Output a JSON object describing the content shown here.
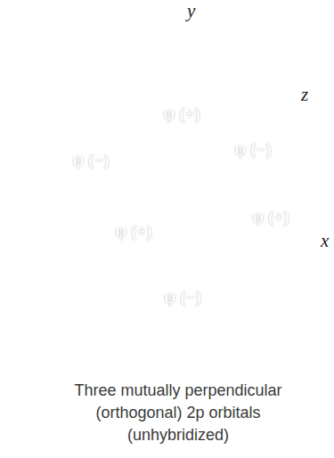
{
  "diagram": {
    "caption": "Three mutually perpendicular (orthogonal) 2p orbitals (unhybridized)",
    "nodes": [
      {
        "text": [
          "ψ (+)"
        ]
      },
      {
        "text": [
          "ψ (−)"
        ]
      },
      {
        "text": [
          "ψ (−)"
        ]
      },
      {
        "text": [
          "ψ (+)"
        ]
      },
      {
        "text": [
          "ψ (+)"
        ]
      },
      {
        "text": [
          "ψ (−)"
        ]
      }
    ],
    "labels": [
      "y",
      "z",
      "x"
    ]
  }
}
